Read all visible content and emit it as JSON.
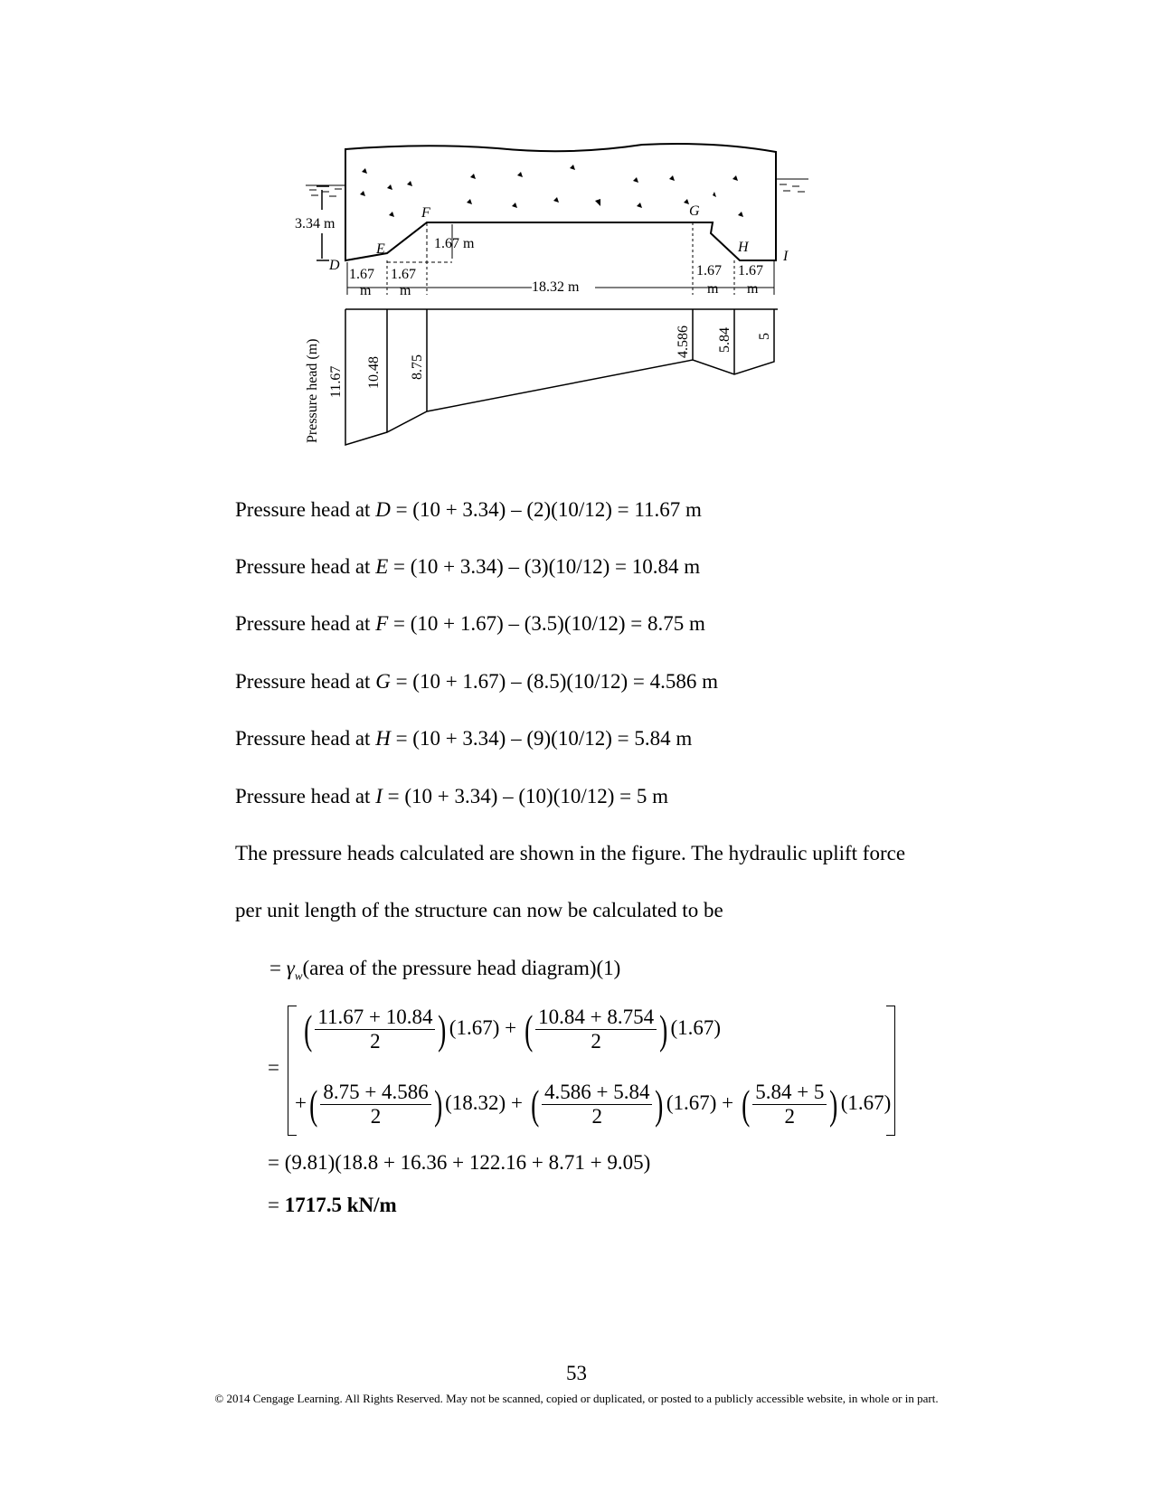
{
  "figure": {
    "points": {
      "D": "D",
      "E": "E",
      "F": "F",
      "G": "G",
      "H": "H",
      "I": "I"
    },
    "dims": {
      "depth": "3.34 m",
      "step": "1.67 m",
      "seg1": "1.67",
      "seg2": "1.67",
      "mid": "18.32 m",
      "seg3": "1.67",
      "seg4": "1.67",
      "unit": "m"
    },
    "ylabel": "Pressure head (m)",
    "heads": {
      "D": "11.67",
      "E": "10.48",
      "F": "8.75",
      "G": "4.586",
      "H": "5.84",
      "I": "5"
    }
  },
  "lines": {
    "D": {
      "prefix": "Pressure head at ",
      "var": "D",
      "expr": " = (10 + 3.34) – (2)(10/12) = 11.67 m"
    },
    "E": {
      "prefix": "Pressure head at ",
      "var": "E",
      "expr": " = (10 + 3.34) – (3)(10/12) = 10.84 m"
    },
    "F": {
      "prefix": "Pressure head at ",
      "var": "F",
      "expr": " = (10 + 1.67) – (3.5)(10/12) = 8.75 m"
    },
    "G": {
      "prefix": "Pressure head at ",
      "var": "G",
      "expr": " = (10 + 1.67) – (8.5)(10/12) = 4.586 m"
    },
    "H": {
      "prefix": "Pressure head at ",
      "var": "H",
      "expr": " = (10 + 3.34) – (9)(10/12) = 5.84 m"
    },
    "I": {
      "prefix": "Pressure head at ",
      "var": "I",
      "expr": " = (10 + 3.34) – (10)(10/12) = 5 m"
    }
  },
  "paragraph": {
    "line1": "The pressure heads calculated are shown in the figure. The hydraulic uplift force",
    "line2": "per unit length of the structure can now be calculated to be"
  },
  "equation": {
    "eq1_prefix": "= ",
    "gamma": "γ",
    "sub": "w",
    "eq1_rest": "(area of the pressure head diagram)(1)",
    "equals": "=",
    "t1_num": "11.67 + 10.84",
    "t1_den": "2",
    "t1_mult": "(1.67) +",
    "t2_num": "10.84 + 8.754",
    "t2_den": "2",
    "t2_mult": "(1.67)",
    "plus": "+",
    "t3_num": "8.75 + 4.586",
    "t3_den": "2",
    "t3_mult": "(18.32) +",
    "t4_num": "4.586 + 5.84",
    "t4_den": "2",
    "t4_mult": "(1.67) +",
    "t5_num": "5.84 + 5",
    "t5_den": "2",
    "t5_mult": "(1.67)",
    "eq3": "= (9.81)(18.8 + 16.36 + 122.16 + 8.71 + 9.05)",
    "eq4_prefix": "= ",
    "eq4_value": "1717.5 kN/m"
  },
  "footer": {
    "page": "53",
    "copyright": "© 2014 Cengage Learning. All Rights Reserved. May not be scanned, copied or duplicated, or posted to a publicly accessible website, in whole or in part."
  }
}
